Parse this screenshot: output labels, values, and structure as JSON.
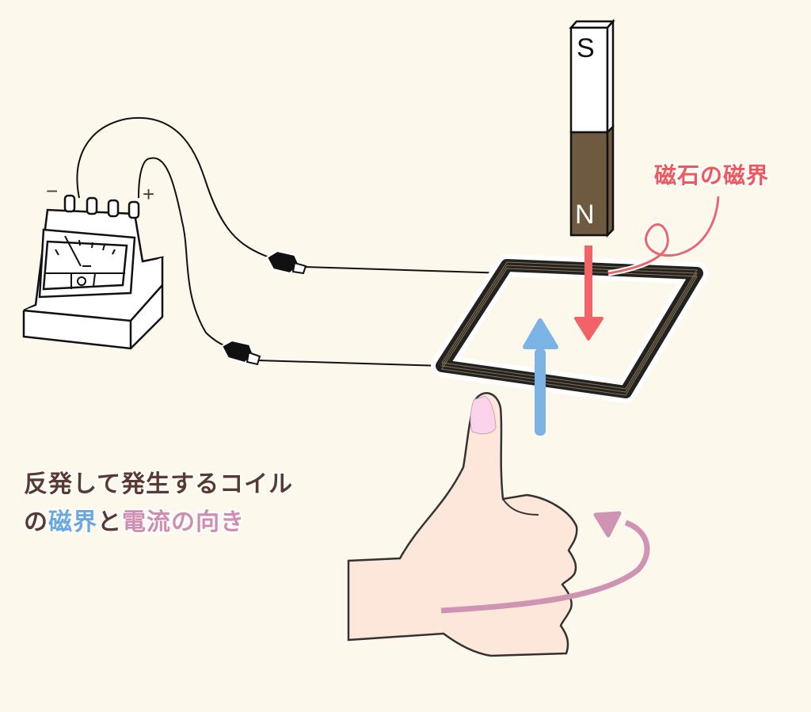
{
  "magnet": {
    "south_label": "S",
    "north_label": "N",
    "north_color": "#6e5a40"
  },
  "galvanometer": {
    "minus_label": "−",
    "plus_label": "+"
  },
  "annotations": {
    "magnet_field_label": "磁石の磁界"
  },
  "caption": {
    "line1": "反発して発生するコイル",
    "line2_prefix": "の",
    "line2_field": "磁界",
    "line2_mid": "と",
    "line2_current": "電流の向き"
  },
  "colors": {
    "background": "#fdf8ec",
    "magnet_field_arrow": "#f06468",
    "coil_field_arrow": "#7bb3e4",
    "current_arrow": "#cf93b3",
    "skin": "#fde7da",
    "text": "#5a3a2e"
  }
}
